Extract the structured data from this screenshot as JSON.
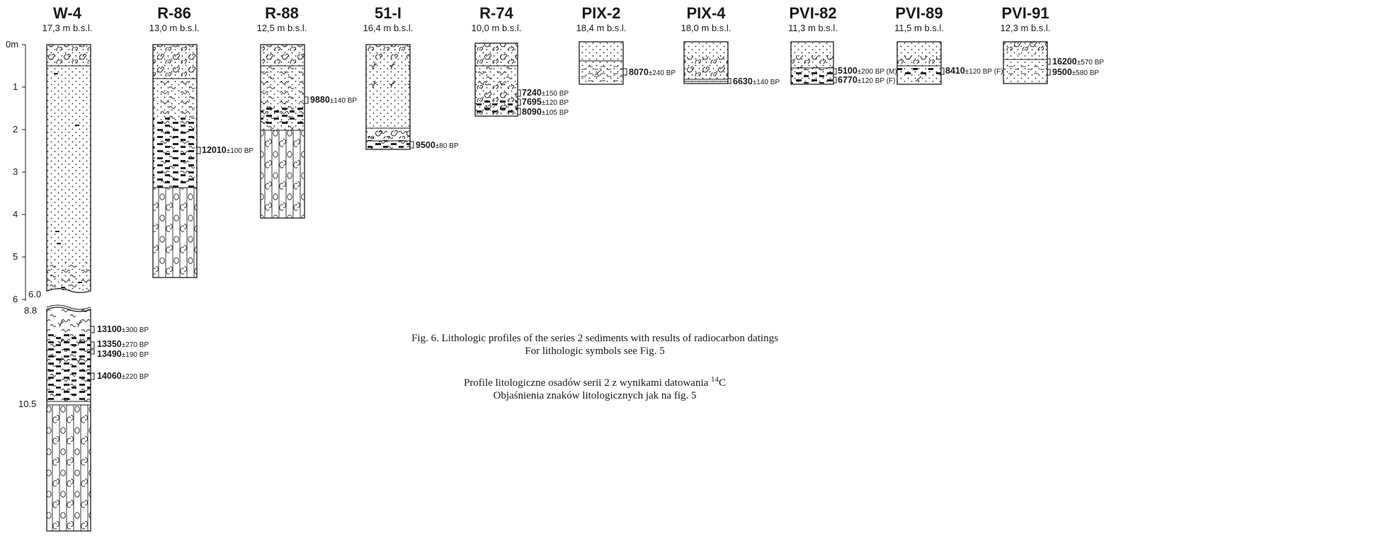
{
  "scale_axis": {
    "unit_label": "0m",
    "ticks": [
      "1",
      "2",
      "3",
      "4",
      "5",
      "6"
    ],
    "break_labels": [
      "6.0",
      "8.8",
      "10.5"
    ]
  },
  "profiles": [
    {
      "name": "W-4",
      "depth": "17,3 m b.s.l.",
      "dates": [
        {
          "age": "13100",
          "err": "±300 BP"
        },
        {
          "age": "13350",
          "err": "±270 BP"
        },
        {
          "age": "13490",
          "err": "±190 BP"
        },
        {
          "age": "14060",
          "err": "±220 BP"
        }
      ]
    },
    {
      "name": "R-86",
      "depth": "13,0 m b.s.l.",
      "dates": [
        {
          "age": "12010",
          "err": "±100 BP"
        }
      ]
    },
    {
      "name": "R-88",
      "depth": "12,5 m b.s.l.",
      "dates": [
        {
          "age": "9880",
          "err": "±140 BP"
        }
      ]
    },
    {
      "name": "51-I",
      "depth": "16,4 m b.s.l.",
      "dates": [
        {
          "age": "9500",
          "err": "±80 BP"
        }
      ]
    },
    {
      "name": "R-74",
      "depth": "10,0 m b.s.l.",
      "dates": [
        {
          "age": "7240",
          "err": "±150 BP"
        },
        {
          "age": "7695",
          "err": "±120 BP"
        },
        {
          "age": "8090",
          "err": "±105 BP"
        }
      ]
    },
    {
      "name": "PIX-2",
      "depth": "18,4 m b.s.l.",
      "dates": [
        {
          "age": "8070",
          "err": "±240 BP"
        }
      ]
    },
    {
      "name": "PIX-4",
      "depth": "18,0 m b.s.l.",
      "dates": [
        {
          "age": "6630",
          "err": "±140 BP"
        }
      ]
    },
    {
      "name": "PVI-82",
      "depth": "11,3 m b.s.l.",
      "dates": [
        {
          "age": "5100",
          "err": "±200 BP (M)"
        },
        {
          "age": "6770",
          "err": "±120 BP (F)"
        }
      ]
    },
    {
      "name": "PVI-89",
      "depth": "11,5 m b.s.l.",
      "dates": [
        {
          "age": "8410",
          "err": "±120 BP (F)"
        }
      ]
    },
    {
      "name": "PVI-91",
      "depth": "12,3 m b.s.l.",
      "dates": [
        {
          "age": "16200",
          "err": "±570 BP"
        },
        {
          "age": "9500",
          "err": "±580 BP"
        }
      ]
    }
  ],
  "caption": {
    "en_line1": "Fig. 6. Lithologic profiles of the series 2 sediments with results of radiocarbon datings",
    "en_line2": "For lithologic symbols see Fig. 5",
    "pl_line1_pre": "Profile litologiczne osadów serii 2 z wynikami datowania ",
    "pl_line1_sup": "14",
    "pl_line1_post": "C",
    "pl_line2": "Objaśnienia znaków litologicznych jak na fig. 5"
  }
}
